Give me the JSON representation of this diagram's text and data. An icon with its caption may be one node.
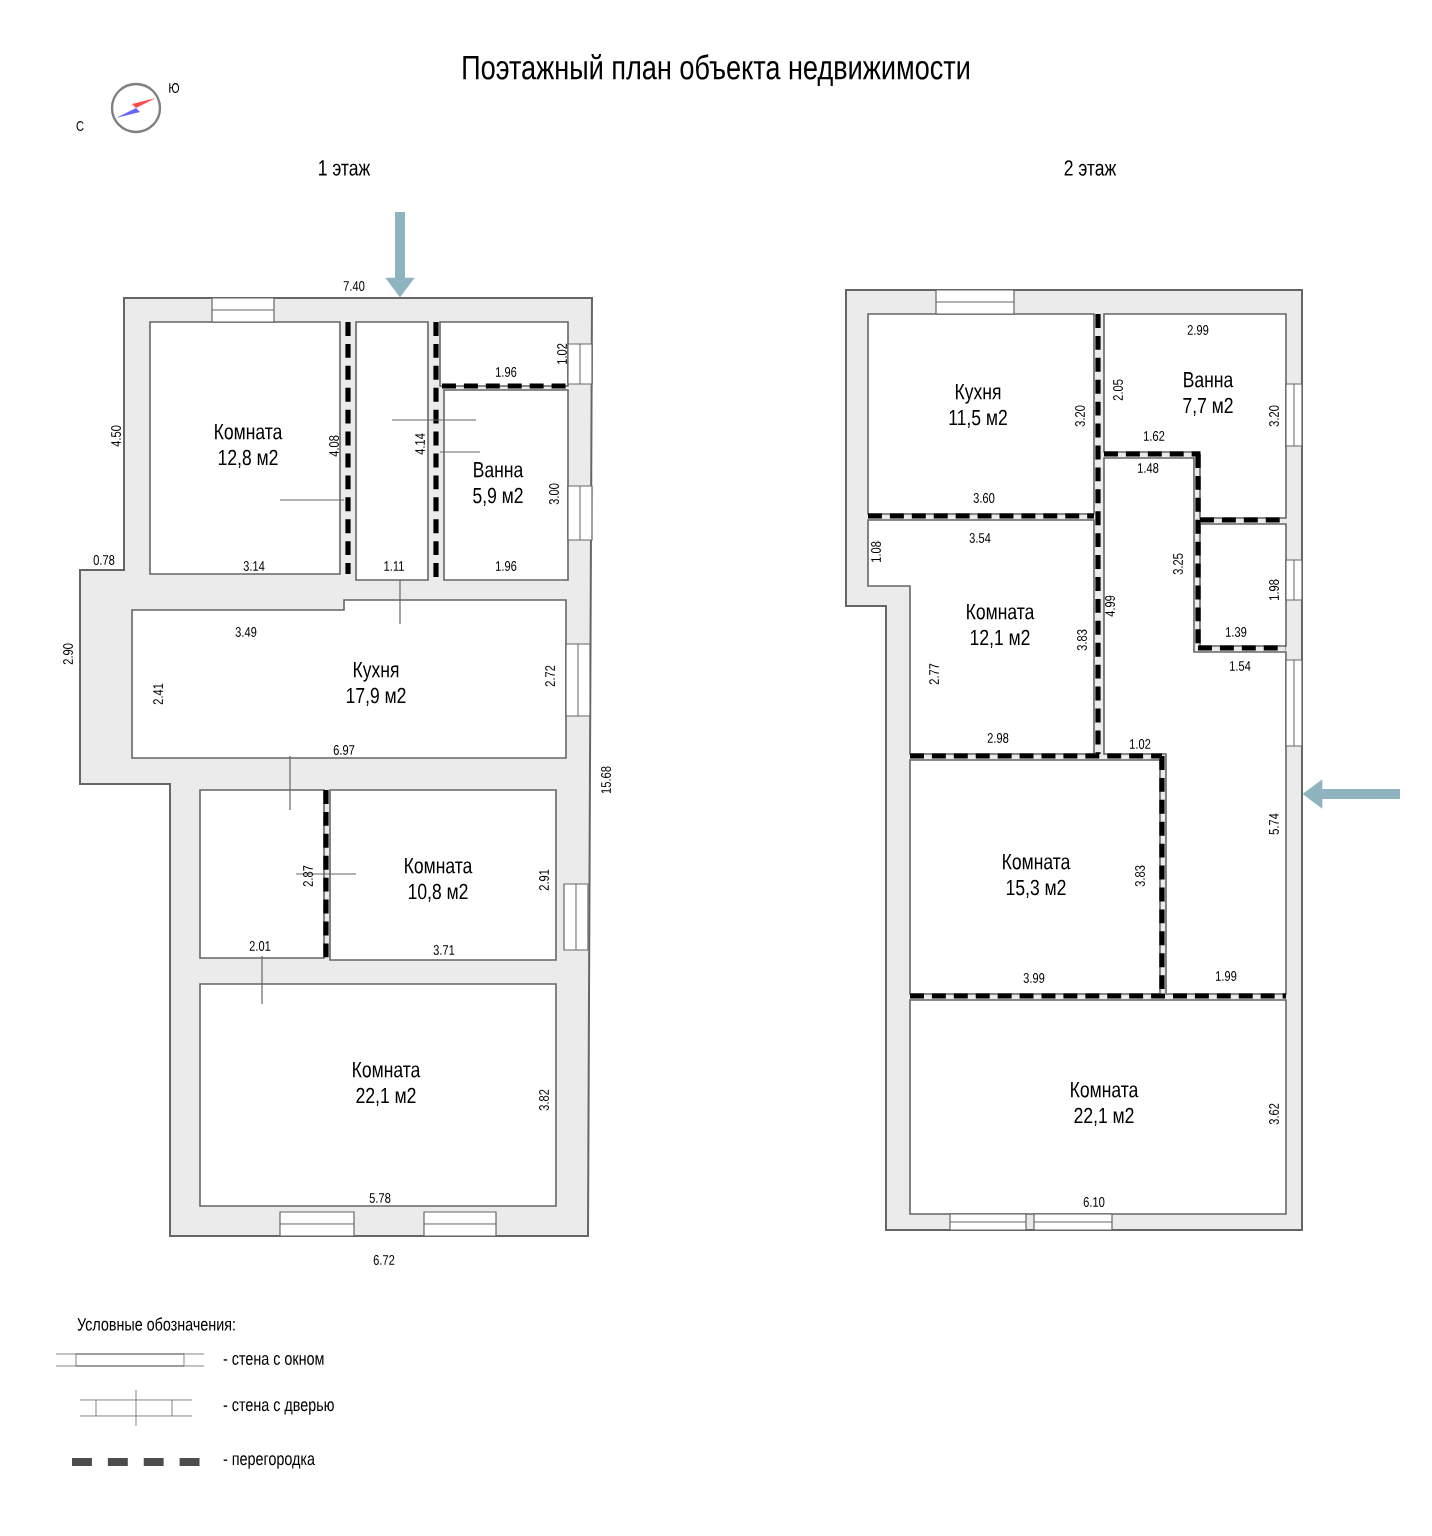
{
  "diagram": {
    "title": "Поэтажный план объекта недвижимости",
    "nodes": [
      {
        "text": [],
        "shape": "box"
      },
      {
        "text": [
          "Комната",
          "12,8 м2"
        ],
        "in": 0
      },
      {
        "text": [],
        "shape": "box",
        "in": 0
      },
      {
        "text": [],
        "shape": "box",
        "in": 0
      },
      {
        "text": [
          "Ванна",
          "5,9 м2"
        ],
        "in": 0
      },
      {
        "text": [
          "Кухня",
          "17,9 м2"
        ],
        "in": 0
      },
      {
        "text": [],
        "shape": "box",
        "in": 0
      },
      {
        "text": [
          "Комната",
          "10,8 м2"
        ],
        "in": 0
      },
      {
        "text": [
          "Комната",
          "22,1 м2"
        ],
        "in": 0
      },
      {
        "text": [],
        "shape": "box"
      },
      {
        "text": [
          "Кухня",
          "11,5 м2"
        ],
        "in": 9
      },
      {
        "text": [
          "Ванна",
          "7,7 м2"
        ],
        "in": 9
      },
      {
        "text": [],
        "shape": "box",
        "in": 9
      },
      {
        "text": [
          "Комната",
          "12,1 м2"
        ],
        "in": 9
      },
      {
        "text": [],
        "shape": "box",
        "in": 9
      },
      {
        "text": [
          "Комната",
          "15,3 м2"
        ],
        "in": 9
      },
      {
        "text": [
          "Комната",
          "22,1 м2"
        ],
        "in": 9
      }
    ],
    "edges": [
      {
        "from": null,
        "to": 0,
        "arrow": "to"
      },
      {
        "from": null,
        "to": 9,
        "arrow": "to"
      }
    ],
    "labels": [
      "Ю",
      "С",
      "1 этаж",
      "2 этаж",
      "7.40",
      "1.02",
      "1.96",
      "4.50",
      "4.08",
      "4.14",
      "3.00",
      "0.78",
      "3.14",
      "1.11",
      "1.96",
      "2.90",
      "3.49",
      "2.41",
      "2.72",
      "6.97",
      "15.68",
      "2.87",
      "2.91",
      "2.01",
      "3.71",
      "3.82",
      "5.78",
      "6.72",
      "2.99",
      "2.05",
      "3.20",
      "3.20",
      "1.62",
      "1.48",
      "3.60",
      "3.54",
      "1.08",
      "3.25",
      "1.98",
      "4.99",
      "3.83",
      "2.77",
      "1.39",
      "1.54",
      "2.98",
      "1.02",
      "5.74",
      "3.83",
      "3.99",
      "1.99",
      "3.62",
      "6.10",
      "Условные обозначения:"
    ],
    "legend": [
      {
        "text": "- стена с окном"
      },
      {
        "text": "- стена с дверью"
      },
      {
        "text": "- перегородка"
      }
    ]
  }
}
